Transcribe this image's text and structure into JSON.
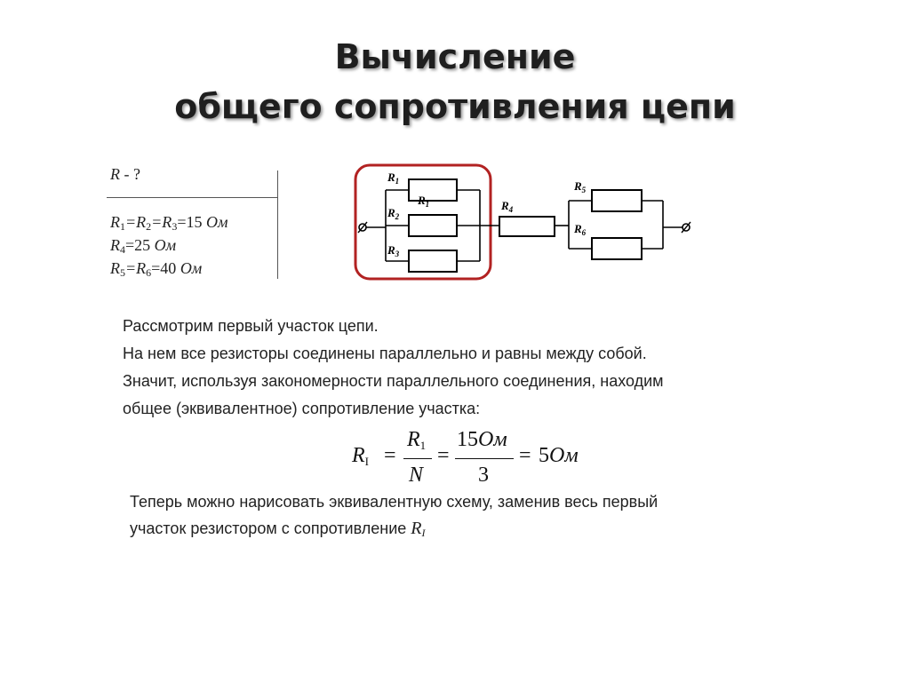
{
  "title": {
    "line1": "Вычисление",
    "line2": "общего сопротивления цепи"
  },
  "given": {
    "unknown_R": "R",
    "unknown_rest": " - ?",
    "r123": {
      "a": "R",
      "a_sub": "1",
      "b": "=R",
      "b_sub": "2",
      "c": "=R",
      "c_sub": "3",
      "val": "=15 ",
      "unit": "Ом"
    },
    "r4": {
      "a": "R",
      "a_sub": "4",
      "val": "=25 ",
      "unit": "Ом"
    },
    "r56": {
      "a": "R",
      "a_sub": "5",
      "b": "=R",
      "b_sub": "6",
      "val": "=40 ",
      "unit": "Ом"
    }
  },
  "circuit": {
    "labels": {
      "r1": "R",
      "r1_sub": "1",
      "r1_inner": "R",
      "r1_inner_sub": "1",
      "r2": "R",
      "r2_sub": "2",
      "r3": "R",
      "r3_sub": "3",
      "r4": "R",
      "r4_sub": "4",
      "r5": "R",
      "r5_sub": "5",
      "r6": "R",
      "r6_sub": "6"
    },
    "colors": {
      "highlight": "#b22222",
      "wire": "#000000"
    }
  },
  "paragraph1": [
    "Рассмотрим первый участок цепи.",
    "На нем все резисторы соединены параллельно и равны между собой.",
    "Значит, используя закономерности параллельного соединения, находим",
    "общее (эквивалентное) сопротивление участка:"
  ],
  "formula": {
    "lhs": "R",
    "lhs_sub": "I",
    "eq1": "=",
    "num1": "R",
    "num1_sub": "1",
    "den1": "N",
    "eq2": "=",
    "num2": "15",
    "num2_unit": "Ом",
    "den2": "3",
    "eq3": "=",
    "result": "5",
    "result_unit": "Ом"
  },
  "paragraph2": {
    "line1": "Теперь можно нарисовать эквивалентную схему, заменив весь первый",
    "line2": "участок резистором с сопротивление ",
    "symbol": "R",
    "symbol_sub": "I"
  }
}
